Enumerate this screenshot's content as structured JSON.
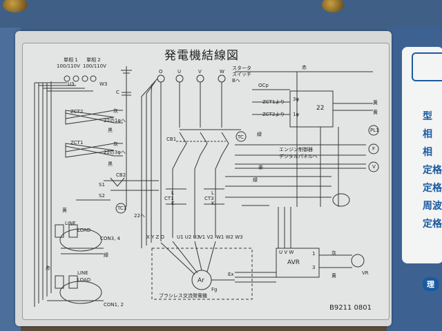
{
  "diagram": {
    "title": "発電機結線図",
    "serial": "B9211 0801",
    "terminals": {
      "single1": "単相 1",
      "single1_v": "100/110V",
      "single2": "単相 2",
      "single2_v": "100/110V",
      "u3": "U3",
      "w3": "W3",
      "o": "O",
      "u": "U",
      "v": "V",
      "w": "W"
    },
    "labels": {
      "starter": "スタータ",
      "switch": "スイッチ",
      "b_to": "Bへ",
      "red": "赤",
      "ocp": "OCp",
      "zct1_from": "ZCT1より",
      "zct2_from": "ZCT2より",
      "p3": "3φ",
      "p1": "1φ",
      "num22": "22",
      "yellow1": "黄",
      "yellow2": "黄",
      "zct2": "ZCT2",
      "zct1": "ZCT1",
      "gray1": "灰",
      "to_22_1": "22の1φへ",
      "black1": "黒",
      "gray2": "灰",
      "to_22_3": "22の3φへ",
      "black2": "黒",
      "c": "C",
      "tc": "TC",
      "cb1": "CB1",
      "green1": "緑",
      "engine": "エンジン制御器",
      "digital": "デジタルパネルへ",
      "pl1": "PL1",
      "f": "F",
      "v_meter": "V",
      "brown": "茶",
      "cb2": "CB2",
      "s1": "S1",
      "s2": "S2",
      "tc1": "TC1",
      "ct1": "CT1",
      "ct3": "CT3",
      "green2": "緑",
      "l1": "L",
      "k1": "K",
      "l3": "L",
      "k3": "K",
      "to22": "22へ",
      "yellow3": "黄",
      "line1": "LINE",
      "load1": "LOAD",
      "con34": "CON3, 4",
      "green3": "緑",
      "xyz": "X Y Z O",
      "u123": "U1 U2 U3",
      "v12": "V1 V2",
      "w12": "W1 W2 W3",
      "red2": "赤",
      "line2": "LINE",
      "load2": "LOAD",
      "con12": "CON1, 2",
      "ar": "Ar",
      "brushless": "ブラシレス交流発電機",
      "avr": "AVR",
      "uvw": "U V W",
      "ex": "Ex",
      "fg": "Fg",
      "gray3": "灰",
      "yellow4": "黄",
      "vr": "VR",
      "t1": "1",
      "t3": "3"
    },
    "side": {
      "c1": "型",
      "c2": "相",
      "c3": "相",
      "c4": "定格",
      "c5": "定格",
      "c6": "周波",
      "c7": "定格",
      "c8": "理"
    }
  }
}
